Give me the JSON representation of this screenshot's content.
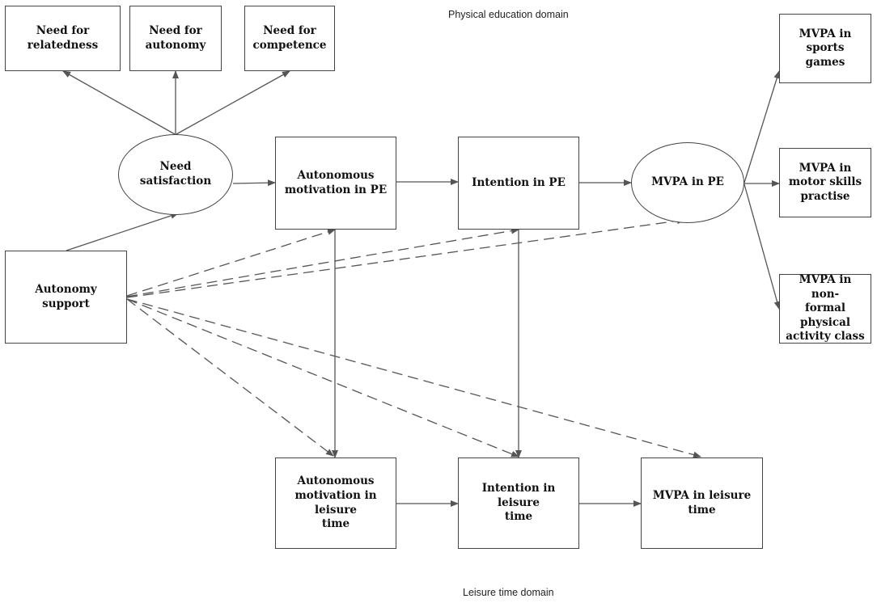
{
  "domains": {
    "top": "Physical education domain",
    "bottom": "Leisure time domain"
  },
  "nodes": {
    "relatedness": "Need for\nrelatedness",
    "autonomy_need": "Need for\nautonomy",
    "competence": "Need for\ncompetence",
    "need_satisfaction": "Need\nsatisfaction",
    "autonomy_support": "Autonomy support",
    "auto_motivation_pe": "Autonomous\nmotivation in PE",
    "intention_pe": "Intention in PE",
    "mvpa_pe": "MVPA in PE",
    "mvpa_sports": "MVPA in\nsports games",
    "mvpa_motor": "MVPA in\nmotor skills\npractise",
    "mvpa_nonformal": "MVPA in non-\nformal\nphysical\nactivity class",
    "auto_motivation_leisure": "Autonomous\nmotivation in leisure\ntime",
    "intention_leisure": "Intention in leisure\ntime",
    "mvpa_leisure": "MVPA in leisure\ntime"
  },
  "colors": {
    "line": "#555555",
    "border": "#444444",
    "text": "#111111"
  },
  "links": [
    {
      "from": "need_satisfaction",
      "to": "relatedness",
      "style": "solid"
    },
    {
      "from": "need_satisfaction",
      "to": "autonomy_need",
      "style": "solid"
    },
    {
      "from": "need_satisfaction",
      "to": "competence",
      "style": "solid"
    },
    {
      "from": "need_satisfaction",
      "to": "auto_motivation_pe",
      "style": "solid"
    },
    {
      "from": "autonomy_support",
      "to": "need_satisfaction",
      "style": "solid"
    },
    {
      "from": "auto_motivation_pe",
      "to": "intention_pe",
      "style": "solid"
    },
    {
      "from": "intention_pe",
      "to": "mvpa_pe",
      "style": "solid"
    },
    {
      "from": "mvpa_pe",
      "to": "mvpa_sports",
      "style": "solid"
    },
    {
      "from": "mvpa_pe",
      "to": "mvpa_motor",
      "style": "solid"
    },
    {
      "from": "mvpa_pe",
      "to": "mvpa_nonformal",
      "style": "solid"
    },
    {
      "from": "auto_motivation_pe",
      "to": "auto_motivation_leisure",
      "style": "solid"
    },
    {
      "from": "intention_pe",
      "to": "intention_leisure",
      "style": "solid"
    },
    {
      "from": "auto_motivation_leisure",
      "to": "intention_leisure",
      "style": "solid"
    },
    {
      "from": "intention_leisure",
      "to": "mvpa_leisure",
      "style": "solid"
    },
    {
      "from": "autonomy_support",
      "to": "auto_motivation_pe",
      "style": "dashed"
    },
    {
      "from": "autonomy_support",
      "to": "intention_pe",
      "style": "dashed"
    },
    {
      "from": "autonomy_support",
      "to": "mvpa_pe",
      "style": "dashed"
    },
    {
      "from": "autonomy_support",
      "to": "auto_motivation_leisure",
      "style": "dashed"
    },
    {
      "from": "autonomy_support",
      "to": "intention_leisure",
      "style": "dashed"
    },
    {
      "from": "autonomy_support",
      "to": "mvpa_leisure",
      "style": "dashed"
    }
  ]
}
